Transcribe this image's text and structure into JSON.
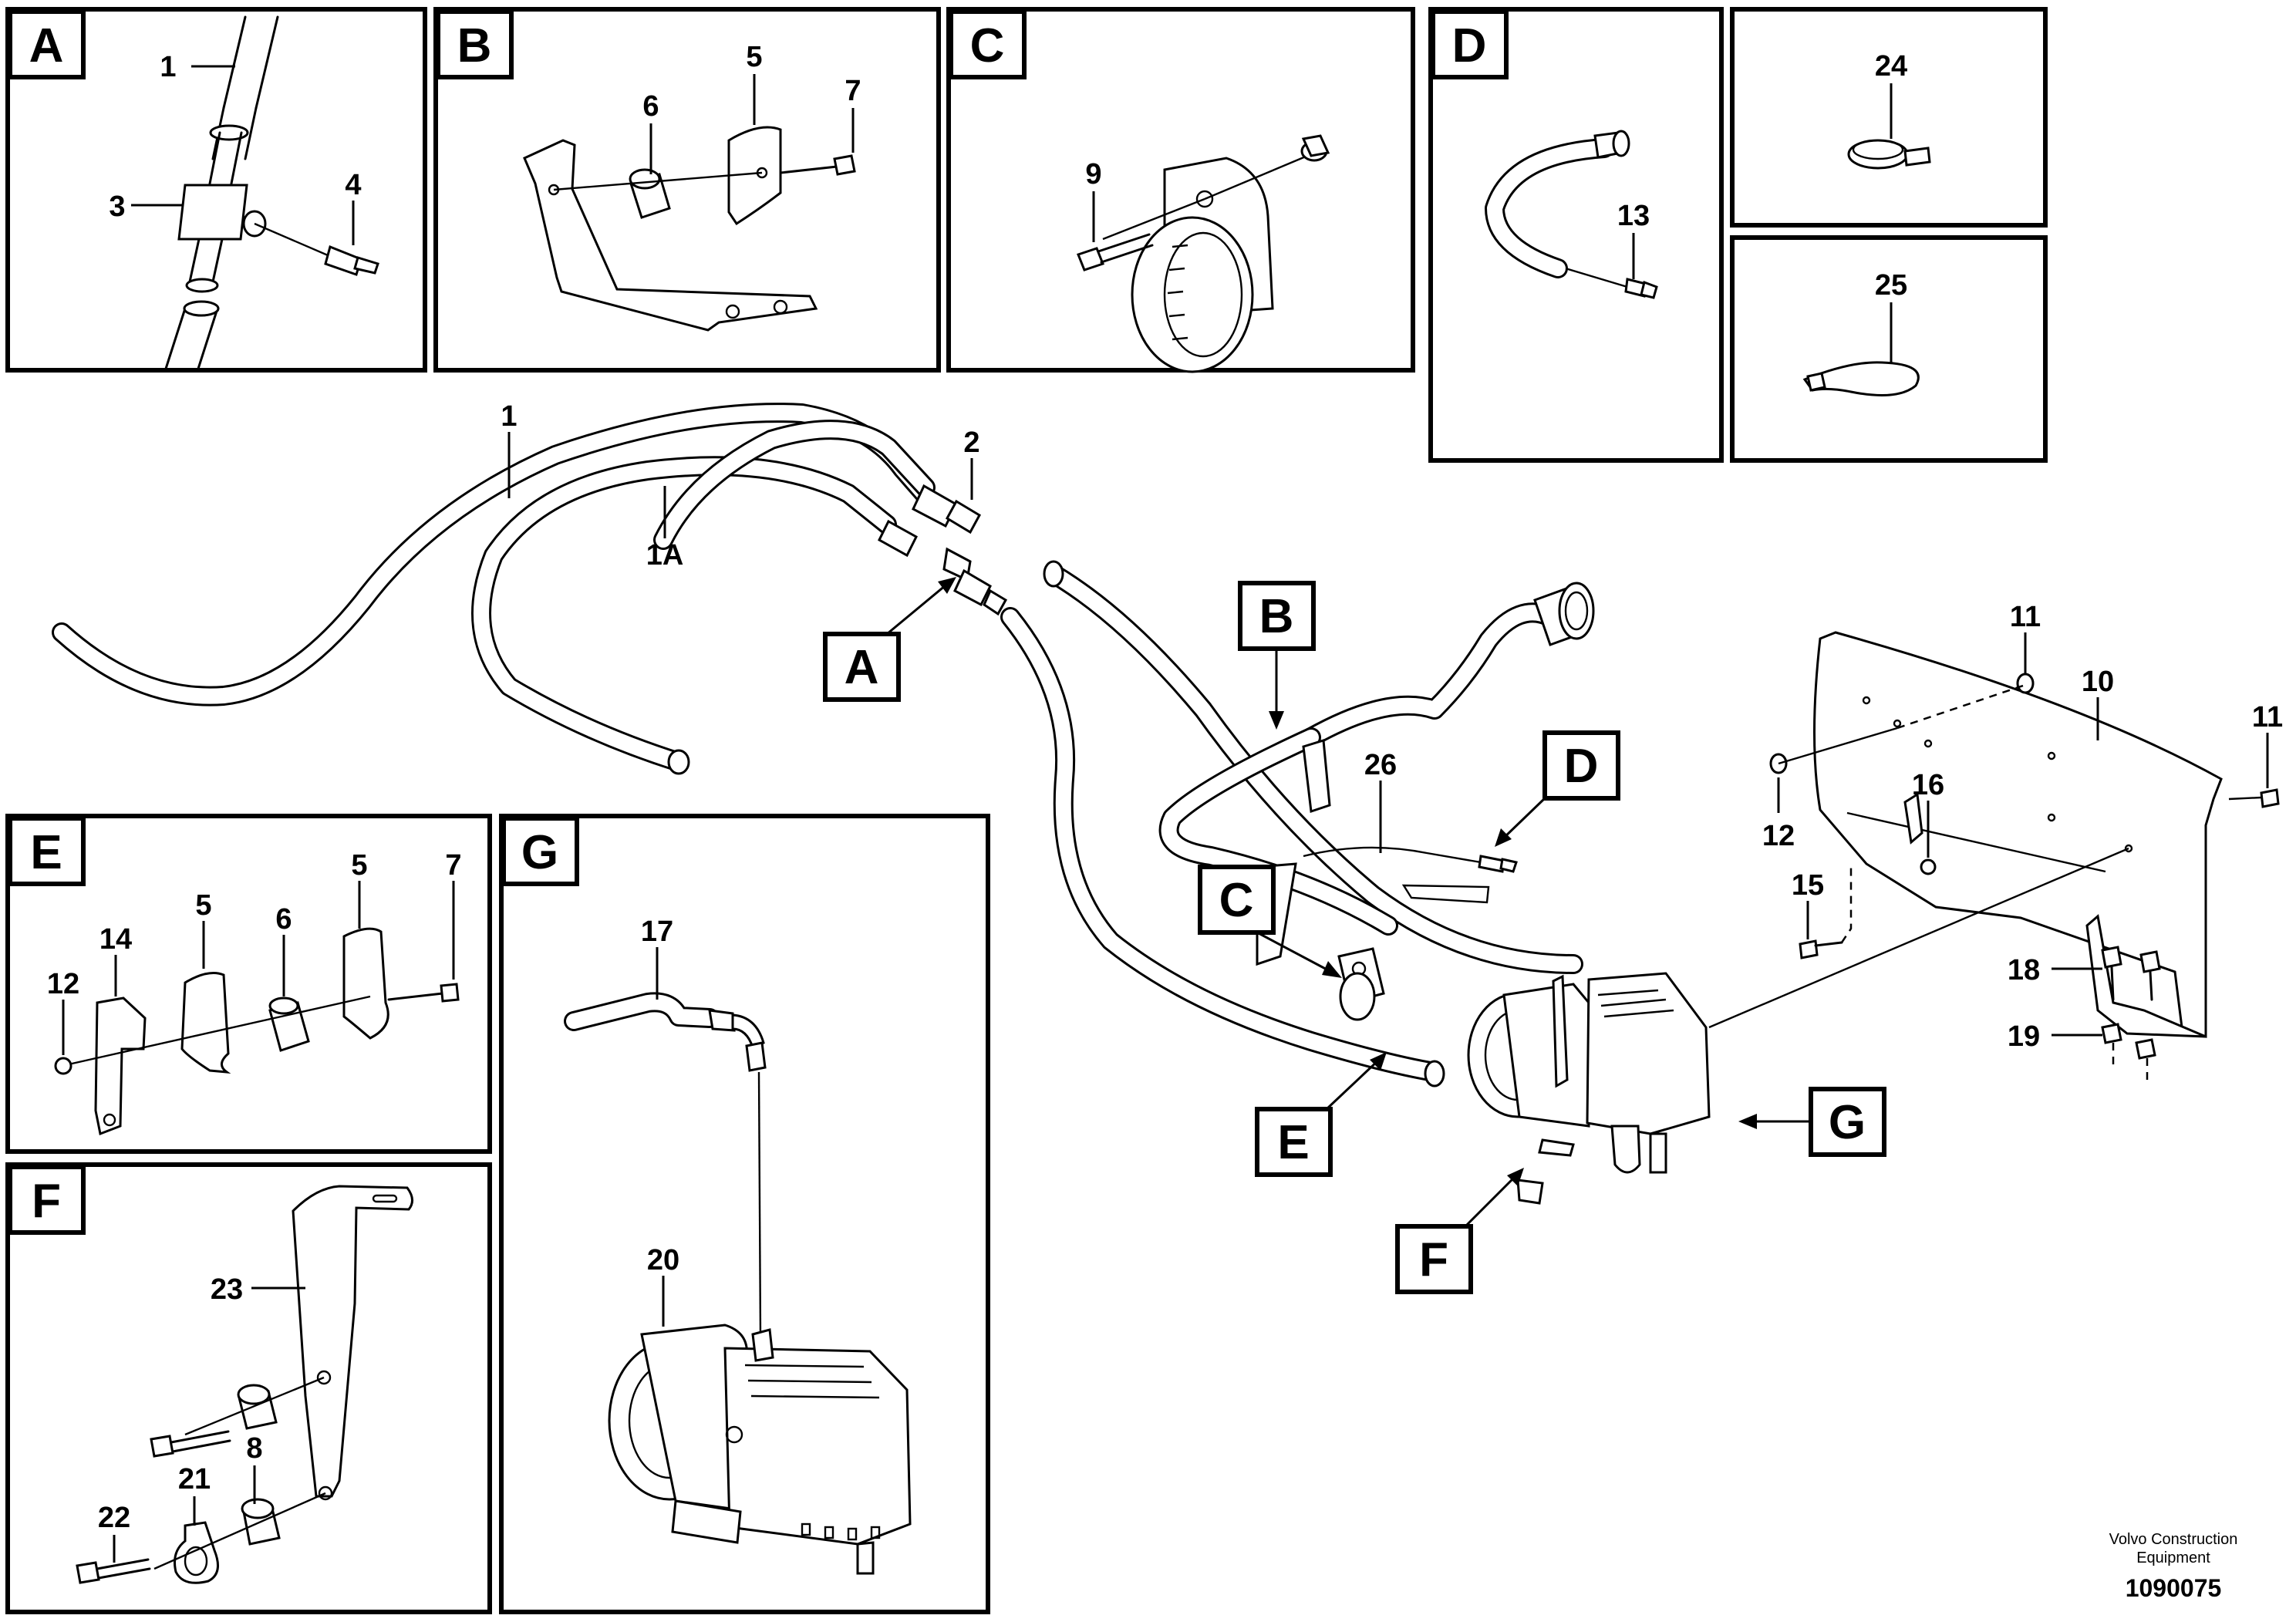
{
  "panels": {
    "A": {
      "letter": "A",
      "callouts": [
        "1",
        "3",
        "4"
      ]
    },
    "B": {
      "letter": "B",
      "callouts": [
        "6",
        "5",
        "7"
      ]
    },
    "C": {
      "letter": "C",
      "callouts": [
        "9"
      ]
    },
    "D": {
      "letter": "D",
      "callouts": [
        "13"
      ]
    },
    "p24": {
      "callouts": [
        "24"
      ]
    },
    "p25": {
      "callouts": [
        "25"
      ]
    },
    "E": {
      "letter": "E",
      "callouts": [
        "14",
        "5",
        "6",
        "5",
        "7",
        "12"
      ]
    },
    "F": {
      "letter": "F",
      "callouts": [
        "23",
        "22",
        "21",
        "8"
      ]
    },
    "G": {
      "letter": "G",
      "callouts": [
        "17",
        "20"
      ]
    }
  },
  "main": {
    "callouts": {
      "c1": "1",
      "c2": "2",
      "c1A": "1A",
      "c26": "26",
      "c11a": "11",
      "c10": "10",
      "c11b": "11",
      "c12": "12",
      "c16": "16",
      "c15": "15",
      "c18": "18",
      "c19": "19"
    },
    "view_letters": {
      "A": "A",
      "B": "B",
      "C": "C",
      "D": "D",
      "E": "E",
      "F": "F",
      "G": "G"
    }
  },
  "footer": {
    "brand_line1": "Volvo Construction",
    "brand_line2": "Equipment",
    "doc_number": "1090075"
  }
}
